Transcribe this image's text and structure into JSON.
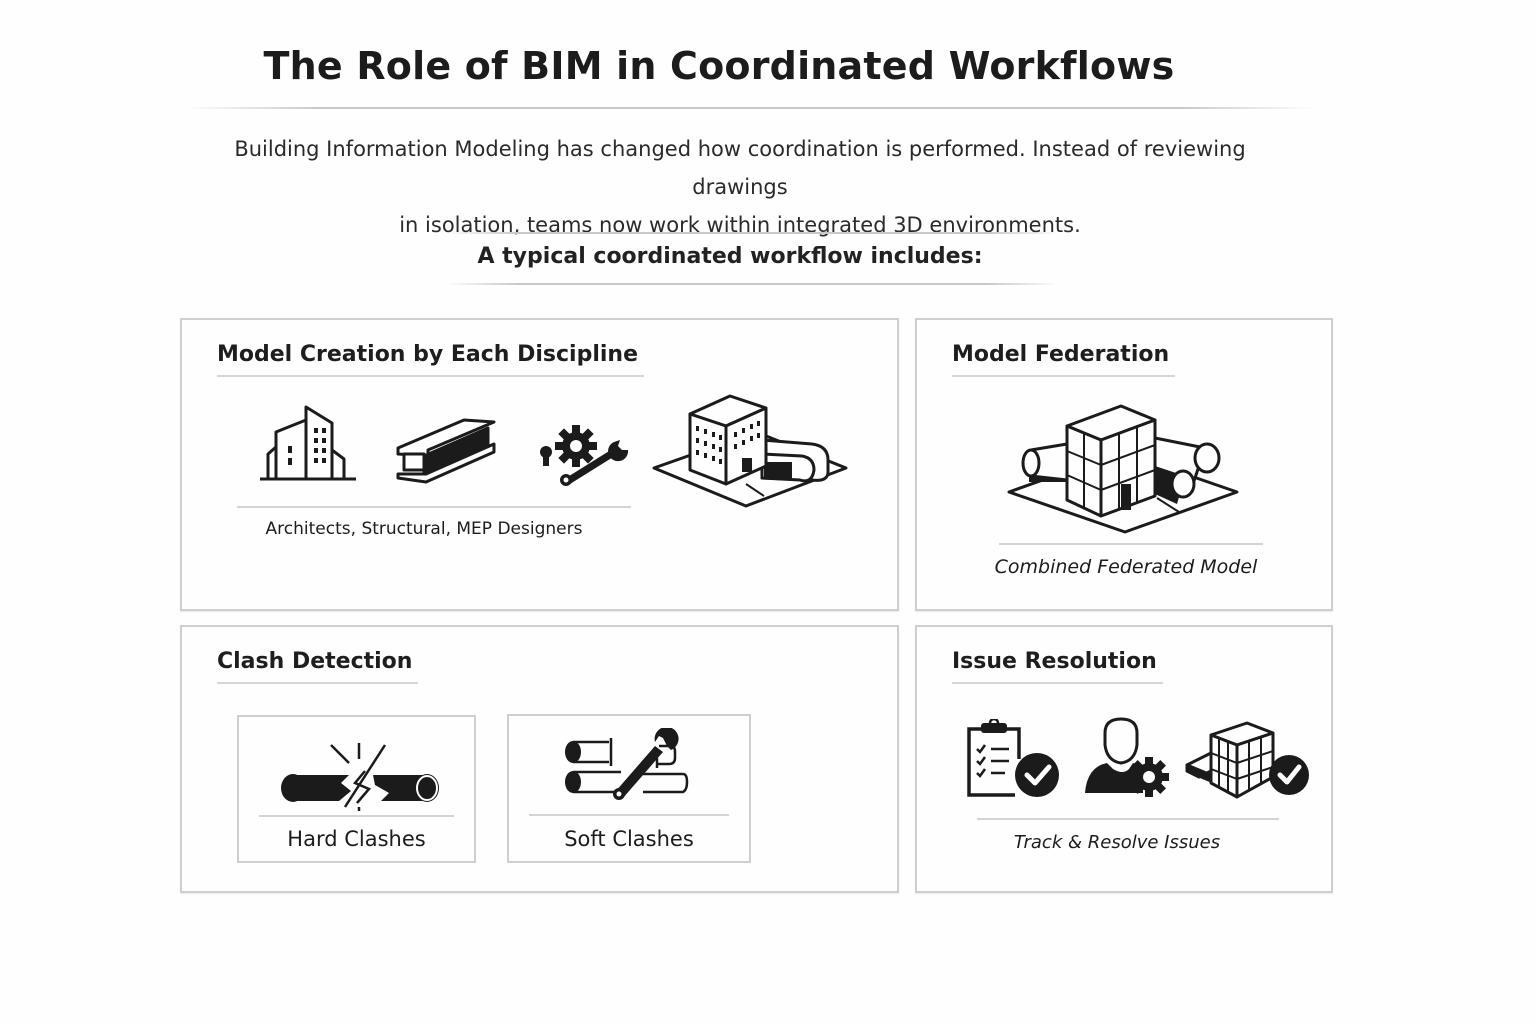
{
  "header": {
    "title": "The Role of BIM in Coordinated Workflows",
    "intro_line1": "Building Information Modeling has changed how coordination is performed. Instead of reviewing drawings",
    "intro_line2": "in isolation, teams now work within integrated 3D environments.",
    "subheading": "A typical coordinated workflow includes:"
  },
  "steps": [
    {
      "title": "Model Creation by Each Discipline",
      "caption": "Architects, Structural, MEP Designers",
      "icons": [
        "architecture-building-icon",
        "steel-i-beam-icon",
        "mep-gear-wrench-icon",
        "isometric-building-model-icon"
      ]
    },
    {
      "title": "Model Federation",
      "caption": "Combined Federated Model",
      "icons": [
        "federated-model-icon"
      ]
    },
    {
      "title": "Clash Detection",
      "subcards": [
        {
          "label": "Hard Clashes",
          "icon": "broken-pipe-icon"
        },
        {
          "label": "Soft Clashes",
          "icon": "pipes-wrench-icon"
        }
      ]
    },
    {
      "title": "Issue Resolution",
      "caption": "Track & Resolve Issues",
      "icons": [
        "checklist-approved-icon",
        "user-gear-icon",
        "model-approved-icon"
      ]
    }
  ],
  "colors": {
    "ink": "#1b1b1b",
    "border": "#cfcfcf",
    "background": "#fefefe"
  }
}
